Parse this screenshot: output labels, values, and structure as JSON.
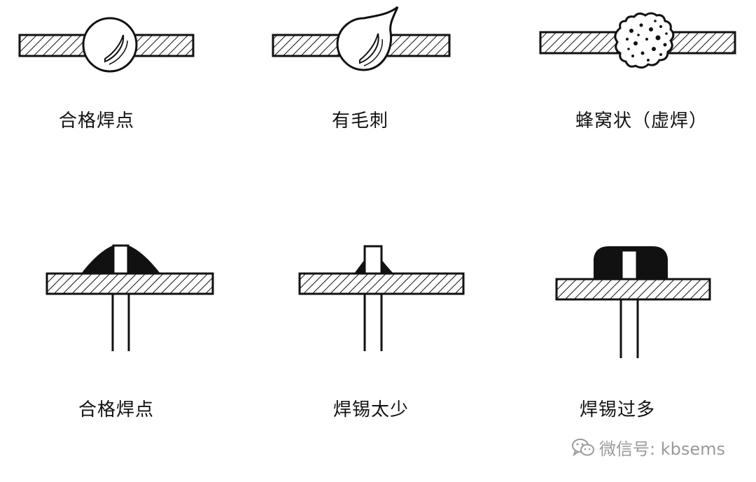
{
  "captions": {
    "top": [
      "合格焊点",
      "有毛刺",
      "蜂窝状（虚焊）"
    ],
    "bottom": [
      "合格焊点",
      "焊锡太少",
      "焊锡过多"
    ]
  },
  "watermark": {
    "text": "微信号: kbsems",
    "icon": "wechat-icon"
  },
  "colors": {
    "ink": "#111111",
    "hatch_bg": "#ffffff",
    "watermark": "#9a9a9a"
  }
}
